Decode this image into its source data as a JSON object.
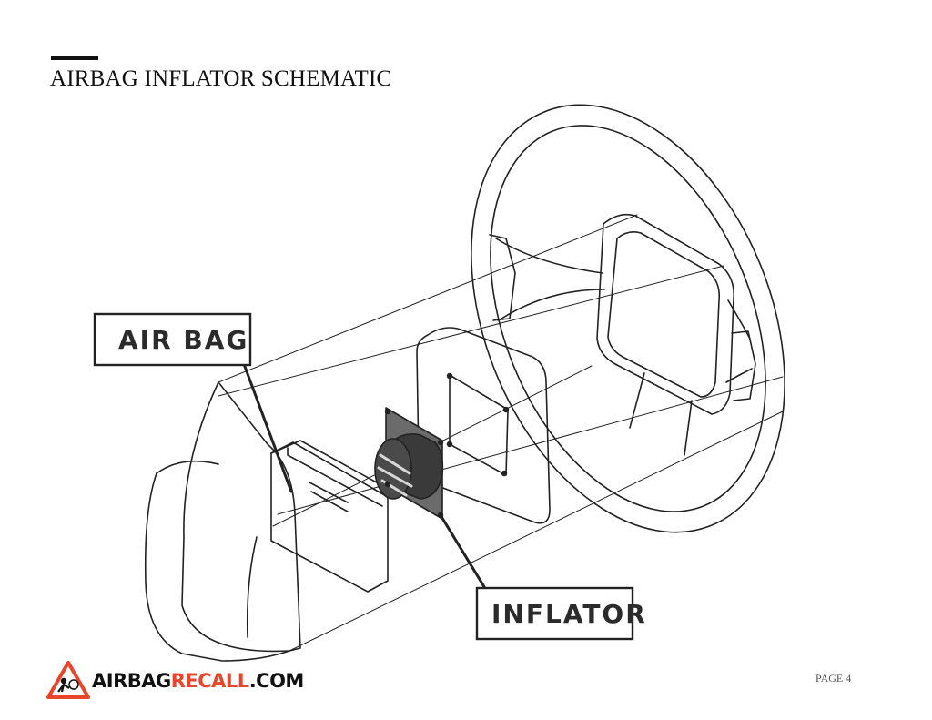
{
  "header": {
    "title": "AIRBAG INFLATOR SCHEMATIC"
  },
  "diagram": {
    "callouts": {
      "airbag": "AIR BAG",
      "inflator": "INFLATOR"
    }
  },
  "footer": {
    "logo": {
      "part1": "AIRBAG",
      "part2": "RECALL",
      "part3": ".COM",
      "accent_color": "#e8452c"
    },
    "page_label": "PAGE 4"
  }
}
